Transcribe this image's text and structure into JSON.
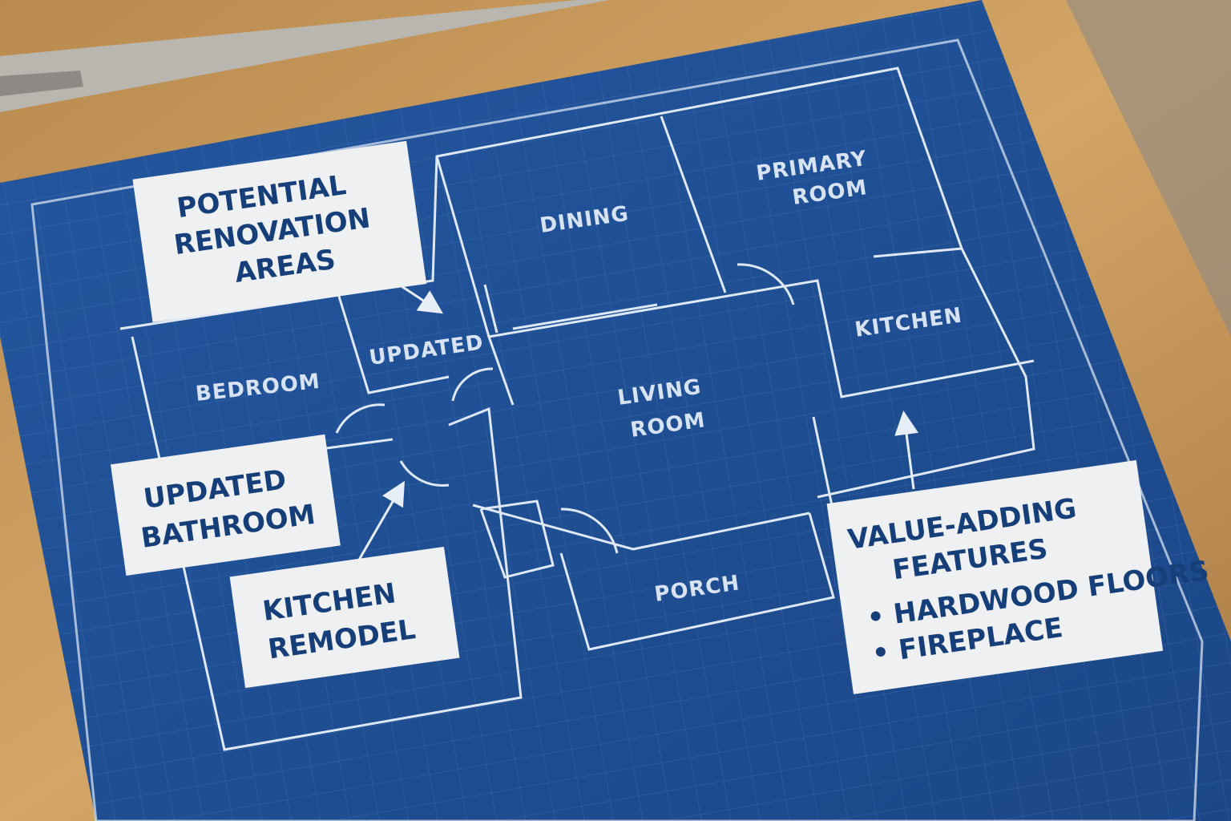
{
  "rooms": {
    "dining": "DINING",
    "primary_1": "PRIMARY",
    "primary_2": "ROOM",
    "kitchen": "KITCHEN",
    "updated": "UPDATED",
    "bedroom": "BEDROOM",
    "living_1": "LIVING",
    "living_2": "ROOM",
    "porch": "PORCH"
  },
  "callouts": {
    "renovation": [
      "POTENTIAL",
      "RENOVATION",
      "AREAS"
    ],
    "bathroom": [
      "UPDATED",
      "BATHROOM"
    ],
    "kitchen_remodel": [
      "KITCHEN",
      "REMODEL"
    ],
    "value": {
      "title": [
        "VALUE-ADDING",
        "FEATURES"
      ],
      "items": [
        "• HARDWOOD FLOORS",
        "• FIREPLACE"
      ]
    }
  },
  "colors": {
    "blueprint": "#1f4f93",
    "callout_text": "#163f7a",
    "wood": "#c89a5c"
  }
}
